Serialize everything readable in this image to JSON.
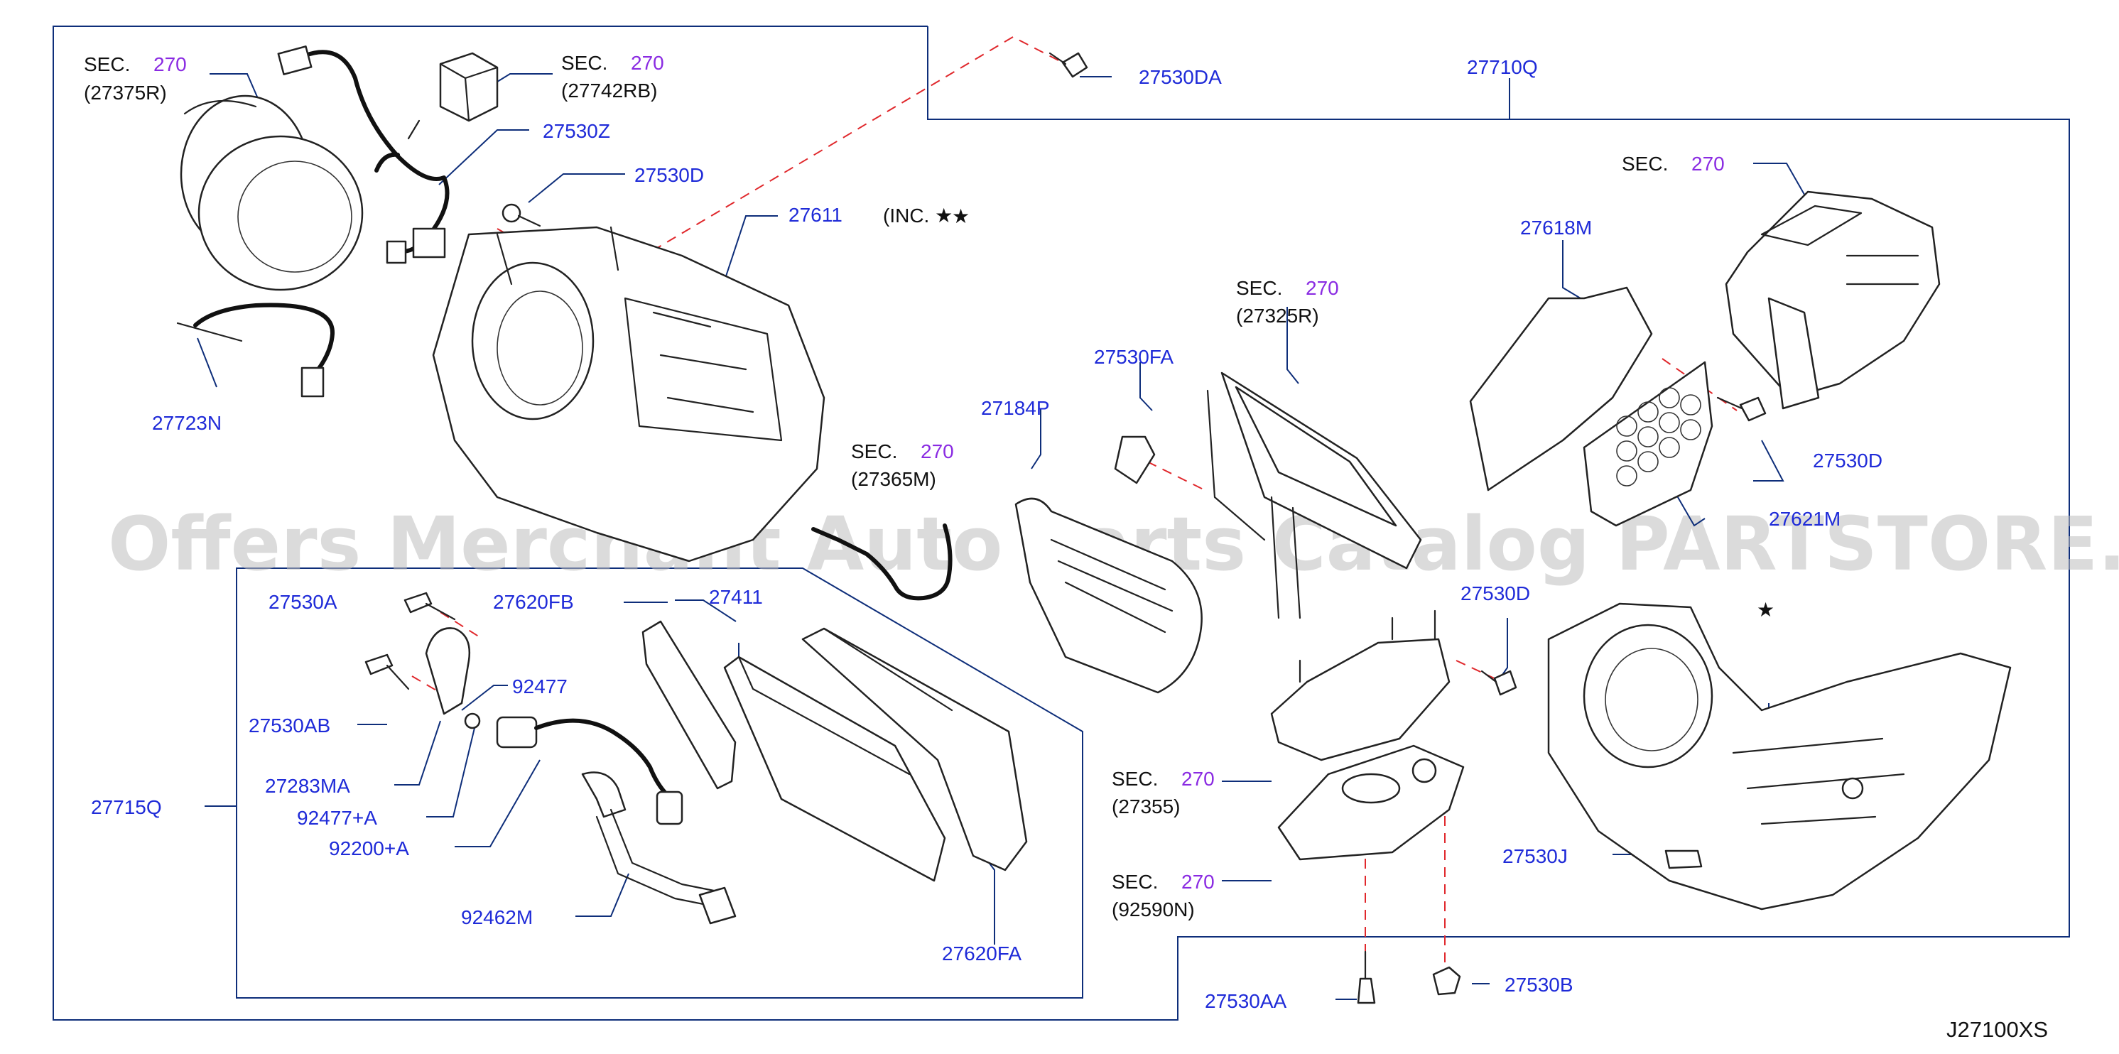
{
  "diagram": {
    "watermark": "Offers Merchant Auto Parts Catalog PARTSTORE.SA",
    "drawing_code": "J27100XS",
    "star_note": "(INC. ★"
  },
  "sections": {
    "sec_27375R": {
      "sec": "SEC.",
      "num": "270",
      "part": "(27375R)"
    },
    "sec_27742RB": {
      "sec": "SEC.",
      "num": "270",
      "part": "(27742RB)"
    },
    "sec_27365M": {
      "sec": "SEC.",
      "num": "270",
      "part": "(27365M)"
    },
    "sec_27325R": {
      "sec": "SEC.",
      "num": "270",
      "part": "(27325R)"
    },
    "sec_duct": {
      "sec": "SEC.",
      "num": "270"
    },
    "sec_27355": {
      "sec": "SEC.",
      "num": "270",
      "part": "(27355)"
    },
    "sec_92590N": {
      "sec": "SEC.",
      "num": "270",
      "part": "(92590N)"
    }
  },
  "parts": {
    "p27530DA": "27530DA",
    "p27710Q": "27710Q",
    "p27530Z": "27530Z",
    "p27530D_a": "27530D",
    "p27611": "27611",
    "p27723N": "27723N",
    "p27618M": "27618M",
    "p27530FA": "27530FA",
    "p27184P": "27184P",
    "p27530D_b": "27530D",
    "p27621M": "27621M",
    "p27530D_c": "27530D",
    "p27530A": "27530A",
    "p27620FB": "27620FB",
    "p27411": "27411",
    "p92477": "92477",
    "p27530AB": "27530AB",
    "p27283MA": "27283MA",
    "p27715Q": "27715Q",
    "p92477A": "92477+A",
    "p92200A": "92200+A",
    "p92462M": "92462M",
    "p27620FA": "27620FA",
    "p27530J": "27530J",
    "p27530AA": "27530AA",
    "p27530B": "27530B"
  },
  "colors": {
    "label": "#1f2bd8",
    "section_number": "#8a2be2",
    "frame": "#0e2e7a",
    "dashed_guide": "#e0282c"
  }
}
